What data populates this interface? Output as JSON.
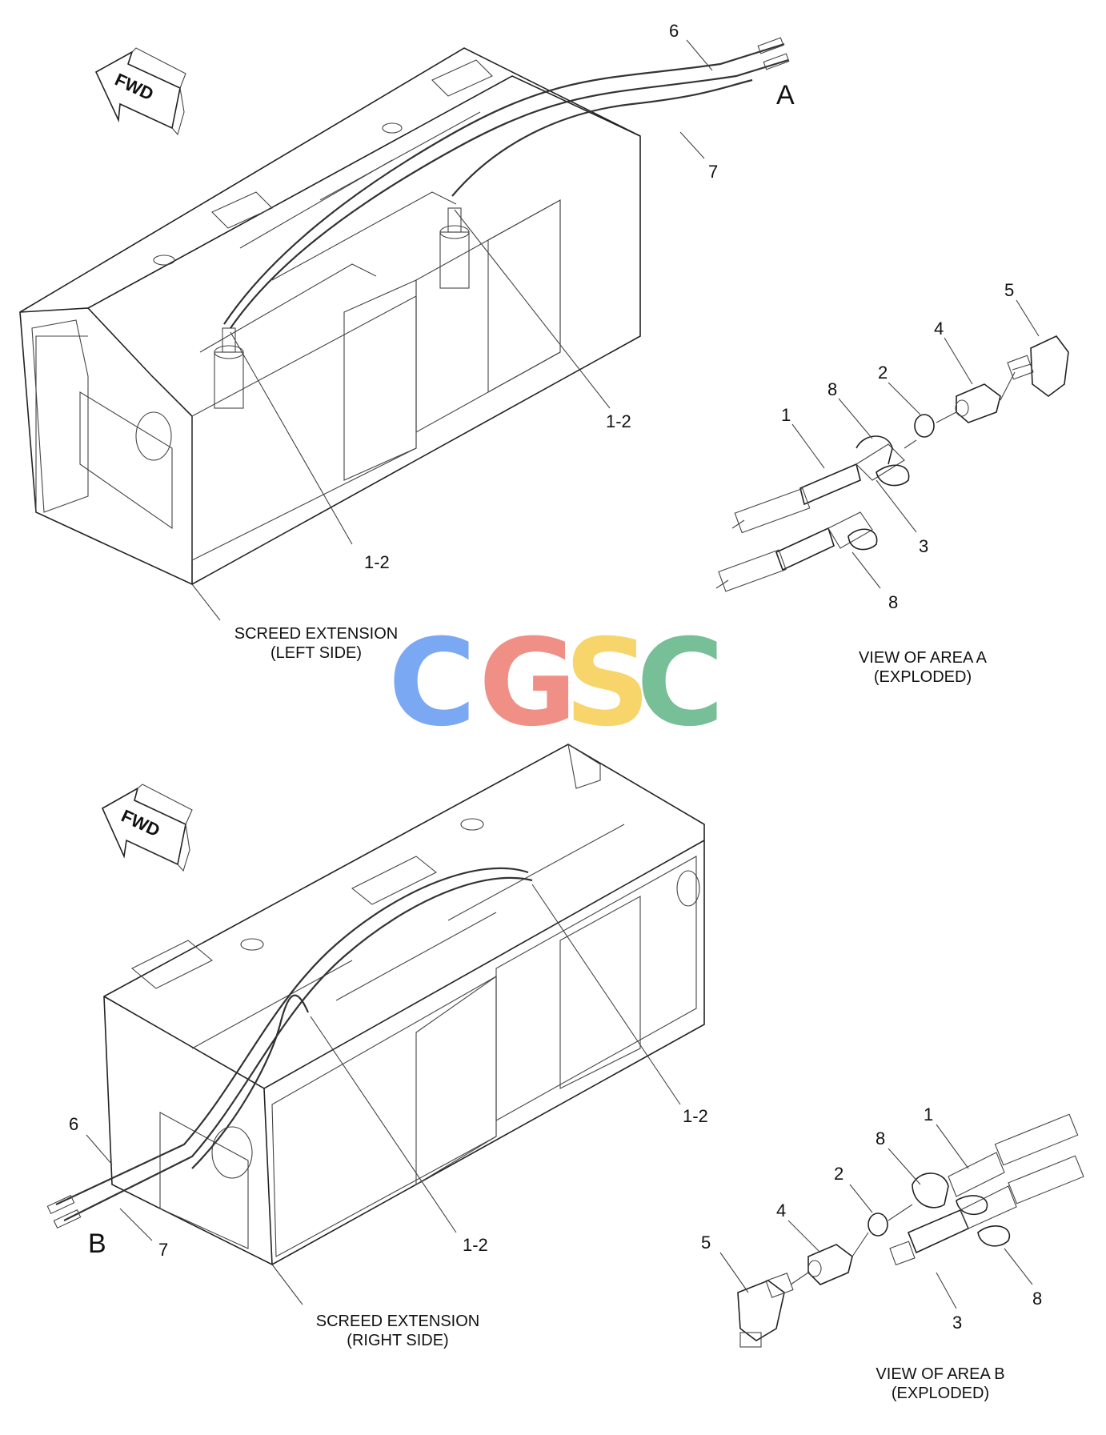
{
  "watermark": {
    "letters": [
      "C",
      "G",
      "S",
      "C"
    ],
    "colors": [
      "#7aa8f2",
      "#f08f86",
      "#f7d56a",
      "#77bf97"
    ]
  },
  "top_view": {
    "fwd_label": "FWD",
    "area_letter": "A",
    "callouts": [
      "6",
      "7",
      "1-2",
      "1-2"
    ],
    "caption": [
      "SCREED EXTENSION",
      "(LEFT SIDE)"
    ]
  },
  "detail_a": {
    "callouts": [
      "5",
      "4",
      "2",
      "8",
      "1",
      "3",
      "8"
    ],
    "caption": [
      "VIEW OF AREA A",
      "(EXPLODED)"
    ]
  },
  "bottom_view": {
    "fwd_label": "FWD",
    "area_letter": "B",
    "callouts": [
      "6",
      "7",
      "1-2",
      "1-2"
    ],
    "caption": [
      "SCREED EXTENSION",
      "(RIGHT SIDE)"
    ]
  },
  "detail_b": {
    "callouts": [
      "1",
      "8",
      "2",
      "4",
      "5",
      "3",
      "8"
    ],
    "caption": [
      "VIEW OF AREA B",
      "(EXPLODED)"
    ]
  }
}
